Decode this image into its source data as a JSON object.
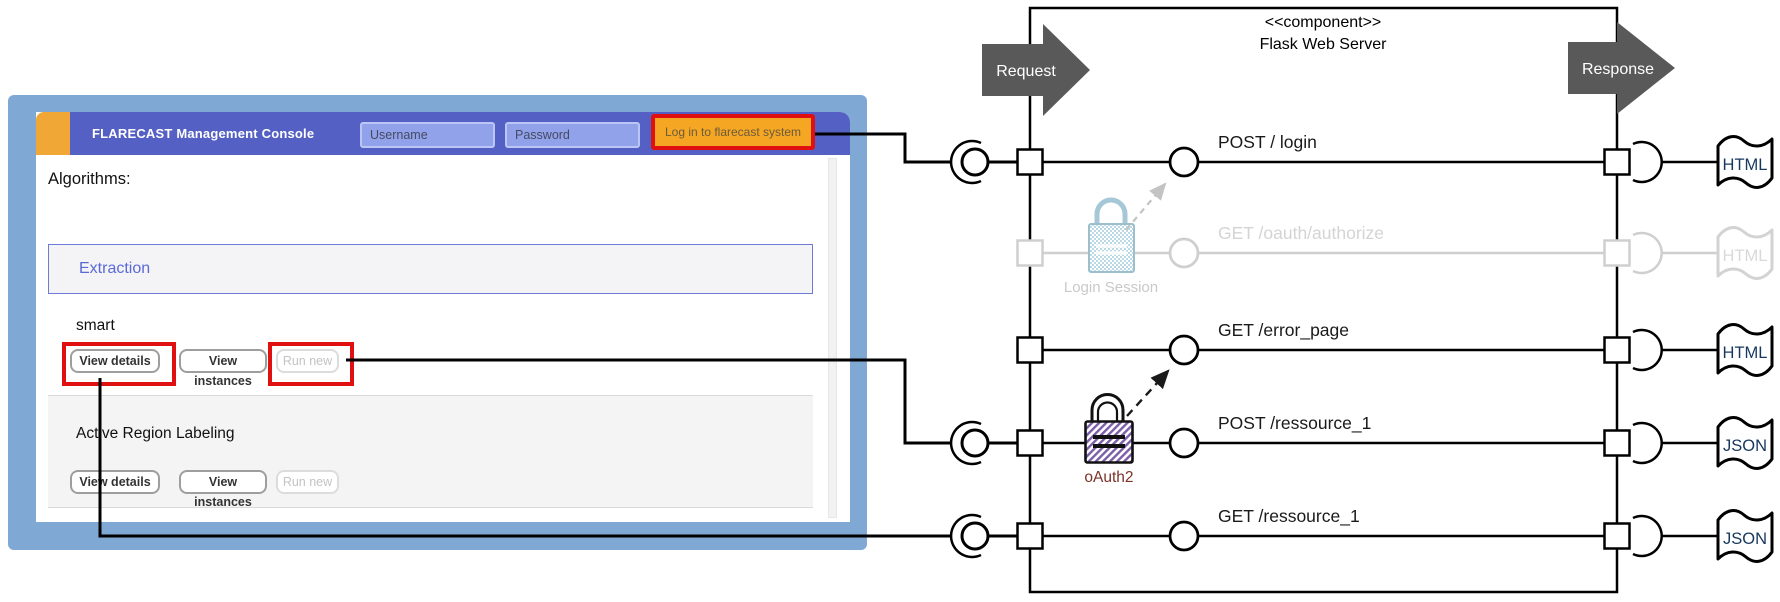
{
  "console": {
    "window_title": "FLARECAST Management Console",
    "login": {
      "username_placeholder": "Username",
      "password_placeholder": "Password",
      "button_label": "Log in to flarecast system"
    },
    "algorithms_heading": "Algorithms:",
    "category_panel": {
      "title": "Extraction"
    },
    "algorithms": [
      {
        "name": "smart",
        "buttons": {
          "view_details": "View details",
          "view_instances": "View instances",
          "run_new": "Run new"
        }
      },
      {
        "name": "Active Region Labeling",
        "buttons": {
          "view_details": "View details",
          "view_instances": "View instances",
          "run_new": "Run new"
        }
      }
    ]
  },
  "diagram": {
    "stereotype": "<<component>>",
    "component_name": "Flask Web Server",
    "request_label": "Request",
    "response_label": "Response",
    "endpoints": [
      {
        "label": "POST / login",
        "doc": "HTML",
        "state": "active"
      },
      {
        "label": "GET /oauth/authorize",
        "doc": "HTML",
        "state": "inactive"
      },
      {
        "label": "GET /error_page",
        "doc": "HTML",
        "state": "active"
      },
      {
        "label": "POST /ressource_1",
        "doc": "JSON",
        "state": "active"
      },
      {
        "label": "GET /ressource_1",
        "doc": "JSON",
        "state": "active"
      }
    ],
    "locks": [
      {
        "label": "Login Session",
        "style": "light-blue-checker"
      },
      {
        "label": "oAuth2",
        "style": "purple-hatch"
      }
    ]
  },
  "colors": {
    "frame_blue": "#7FA8D5",
    "header_purple": "#5560C4",
    "tab_orange": "#F0A735",
    "input_purple": "#92A2EA",
    "login_orange": "#F5A623",
    "highlight_red": "#E01010",
    "category_purple": "#5B69D6",
    "arrow_gray": "#595959",
    "doc_text_navy": "#17375E",
    "inactive_gray": "#D0D0D0",
    "lock_blue": "#BBD9E4",
    "lock_purple": "#7B5EA7",
    "oauth_label_maroon": "#7B3229"
  }
}
